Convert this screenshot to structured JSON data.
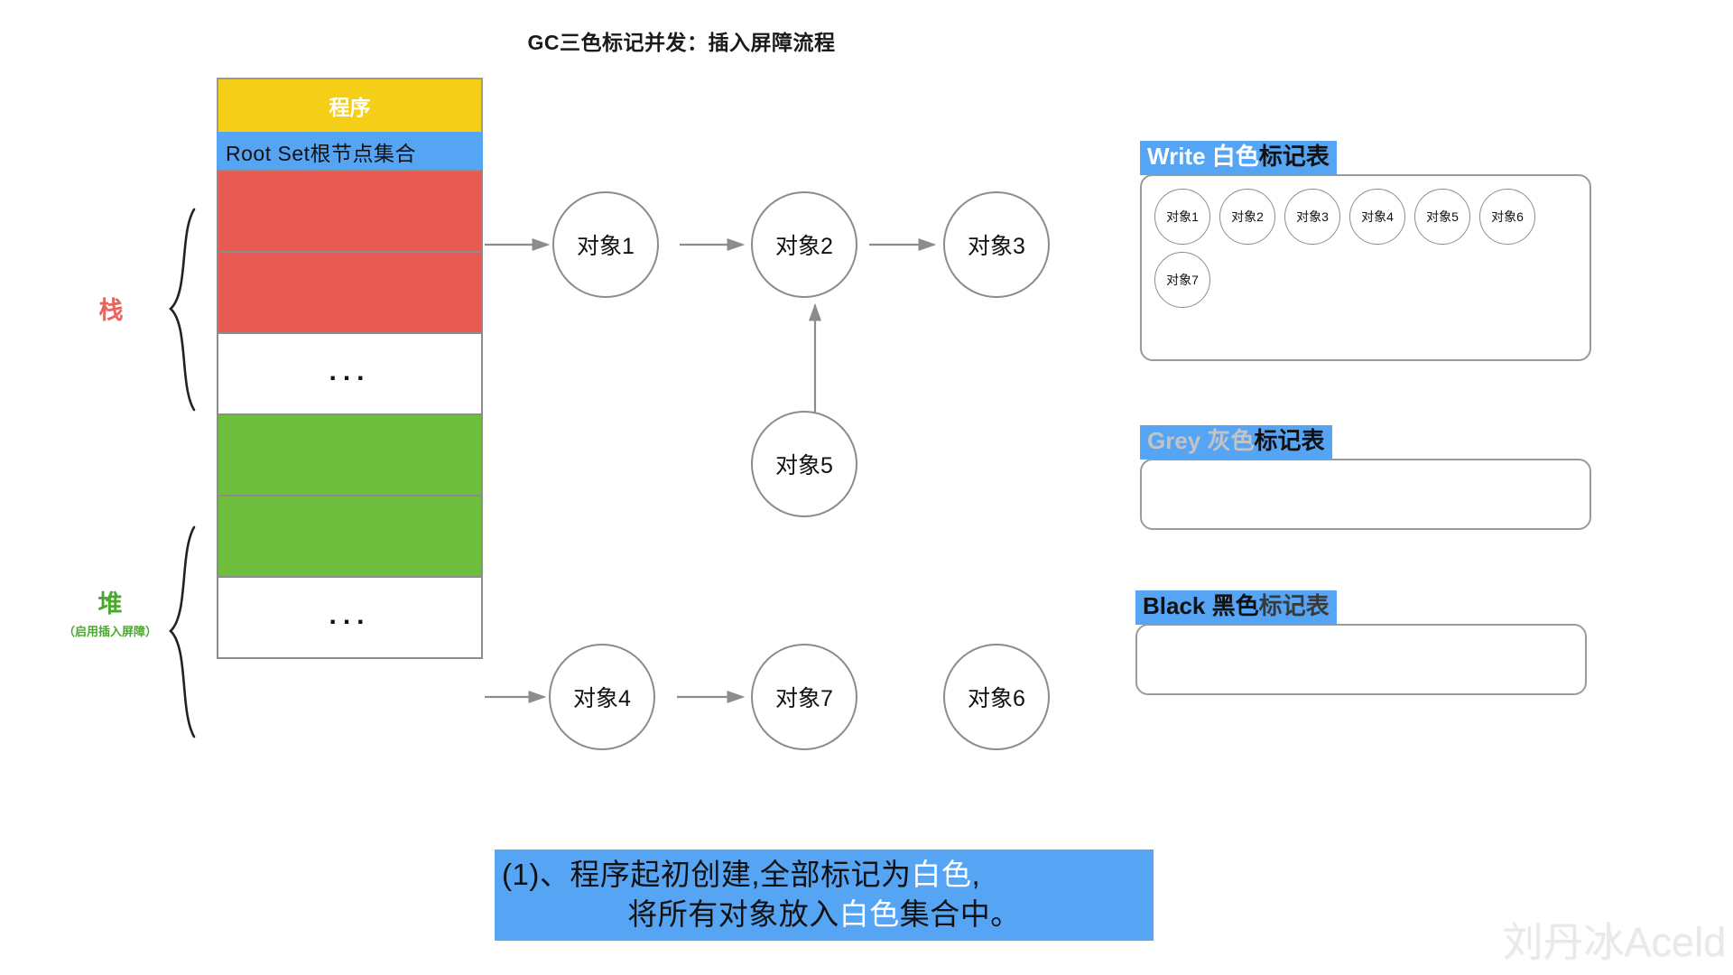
{
  "title": "GC三色标记并发：插入屏障流程",
  "memory_column": {
    "program_label": "程序",
    "rootset_label": "Root Set根节点集合",
    "ellipsis": "...",
    "cells": [
      {
        "name": "program",
        "color": "#F4CE17",
        "label": "程序"
      },
      {
        "name": "rootset",
        "color": "#56A5F5",
        "label": "Root Set根节点集合"
      },
      {
        "name": "stack-slot-1",
        "color": "#E85B53",
        "label": ""
      },
      {
        "name": "stack-slot-2",
        "color": "#E85B53",
        "label": ""
      },
      {
        "name": "stack-gap",
        "color": "#FFFFFF",
        "label": "..."
      },
      {
        "name": "heap-slot-1",
        "color": "#6CBE3C",
        "label": ""
      },
      {
        "name": "heap-slot-2",
        "color": "#6CBE3C",
        "label": ""
      },
      {
        "name": "heap-gap",
        "color": "#FFFFFF",
        "label": "..."
      }
    ]
  },
  "side_labels": {
    "stack": {
      "text": "栈",
      "sub": "",
      "color": "#E8635B"
    },
    "heap": {
      "text": "堆",
      "sub": "（启用插入屏障）",
      "color": "#4BA82E"
    }
  },
  "graph": {
    "nodes": [
      {
        "id": "obj1",
        "label": "对象1"
      },
      {
        "id": "obj2",
        "label": "对象2"
      },
      {
        "id": "obj3",
        "label": "对象3"
      },
      {
        "id": "obj5",
        "label": "对象5"
      },
      {
        "id": "obj4",
        "label": "对象4"
      },
      {
        "id": "obj7",
        "label": "对象7"
      },
      {
        "id": "obj6",
        "label": "对象6"
      }
    ],
    "edges": [
      {
        "from": "rootset-stack",
        "to": "obj1"
      },
      {
        "from": "obj1",
        "to": "obj2"
      },
      {
        "from": "obj2",
        "to": "obj3"
      },
      {
        "from": "obj5",
        "to": "obj2"
      },
      {
        "from": "rootset-heap",
        "to": "obj4"
      },
      {
        "from": "obj4",
        "to": "obj7"
      }
    ]
  },
  "mark_tables": [
    {
      "name": "white",
      "head_keyword": "Write 白色",
      "head_tail": "标记表",
      "head_keyword_color": "#FFFFFF",
      "head_bg": "#56A5F5",
      "items": [
        "对象1",
        "对象2",
        "对象3",
        "对象4",
        "对象5",
        "对象6",
        "对象7"
      ]
    },
    {
      "name": "grey",
      "head_keyword": "Grey 灰色",
      "head_tail": "标记表",
      "head_keyword_color": "#C3C3C3",
      "head_bg": "#56A5F5",
      "items": []
    },
    {
      "name": "black",
      "head_keyword": "Black 黑色",
      "head_tail": "标记表",
      "head_keyword_color": "#111111",
      "head_bg": "#56A5F5",
      "items": []
    }
  ],
  "caption": {
    "line1": "(1)、程序起初创建,全部标记为",
    "line1_highlight": "白色",
    "line1_tail": ",",
    "line2_pre": "将所有对象放入",
    "line2_highlight": "白色",
    "line2_tail": "集合中。",
    "bg": "#56A5F5",
    "highlight_color": "#FFFFFF"
  },
  "watermark": "刘丹冰Aceld"
}
